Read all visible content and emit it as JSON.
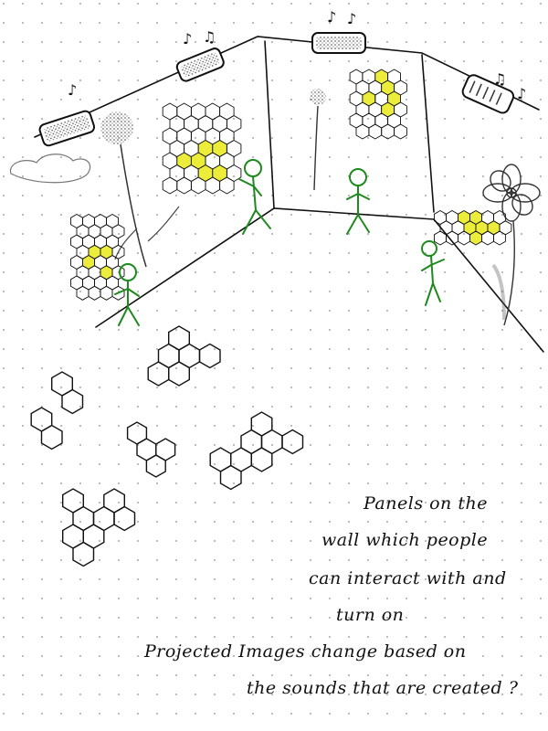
{
  "notes": {
    "line1": "Panels on the",
    "line2": "wall which people",
    "line3": "can interact with and",
    "line4": "turn on",
    "line5": "Projected Images change based on",
    "line6": "the sounds that are created ?"
  },
  "icons": {
    "speakers": [
      "speaker-icon",
      "speaker-icon",
      "speaker-icon",
      "speaker-icon"
    ],
    "music_notes": "music-note-icon",
    "stick_figures": "person-icon",
    "flowers": "flower-icon",
    "hex_panels": "hexagon-panel-icon"
  },
  "colors": {
    "ink": "#111111",
    "figure_green": "#1e8a1e",
    "highlight_yellow": "#ecec3a",
    "grid_dot": "#b5b5b5"
  }
}
